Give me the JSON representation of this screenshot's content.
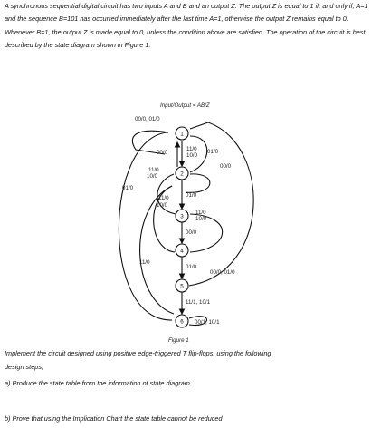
{
  "problem": {
    "intro": "A synchronous sequential digital circuit has two inputs A and B and an output Z. The output Z is equal to 1 if, and only if, A=1 and the sequence B=101 has occurred immediately after the last time A=1, otherwise the output Z remains equal to 0. Whenever B=1, the output Z is made equal to 0, unless the condition above are satisfied. The operation of the circuit is best described by the state diagram shown in Figure 1."
  },
  "diagram": {
    "header": "Input/Output = AB/Z",
    "states": [
      "1",
      "2",
      "3",
      "4",
      "5",
      "6"
    ],
    "edge_labels": {
      "s1_self": "00/0, 01/0",
      "s2_to_1": "00/0",
      "s1_to_2": "11/0",
      "s1_to_2b": "10/0",
      "s1_right": "01/0",
      "s2_right": "00/0",
      "s2_left_a": "11/0",
      "s2_left_b": "10/0",
      "outer_left": "01/0",
      "s3_left_a": "11/0",
      "s3_left_b": "10/0",
      "s2_to_3": "01/0",
      "s3_right_a": "11/0",
      "s3_right_b": "-10/0",
      "s3_to_4": "00/0",
      "s4_left": "11/0",
      "s4_to_5": "01/0",
      "s5_right": "00/0, 01/0",
      "s5_to_6": "11/1, 10/1",
      "s6_right": "00/1, 10/1"
    },
    "caption": "Figure 1"
  },
  "tasks": {
    "intro_line1": "Implement the circuit designed using positive edge-triggered T flip-flops, using the following",
    "intro_line2": "design steps;",
    "a": "a) Produce the state table from the information of state diagram",
    "b": "b) Prove that using the Implication Chart the state table cannot be reduced"
  }
}
